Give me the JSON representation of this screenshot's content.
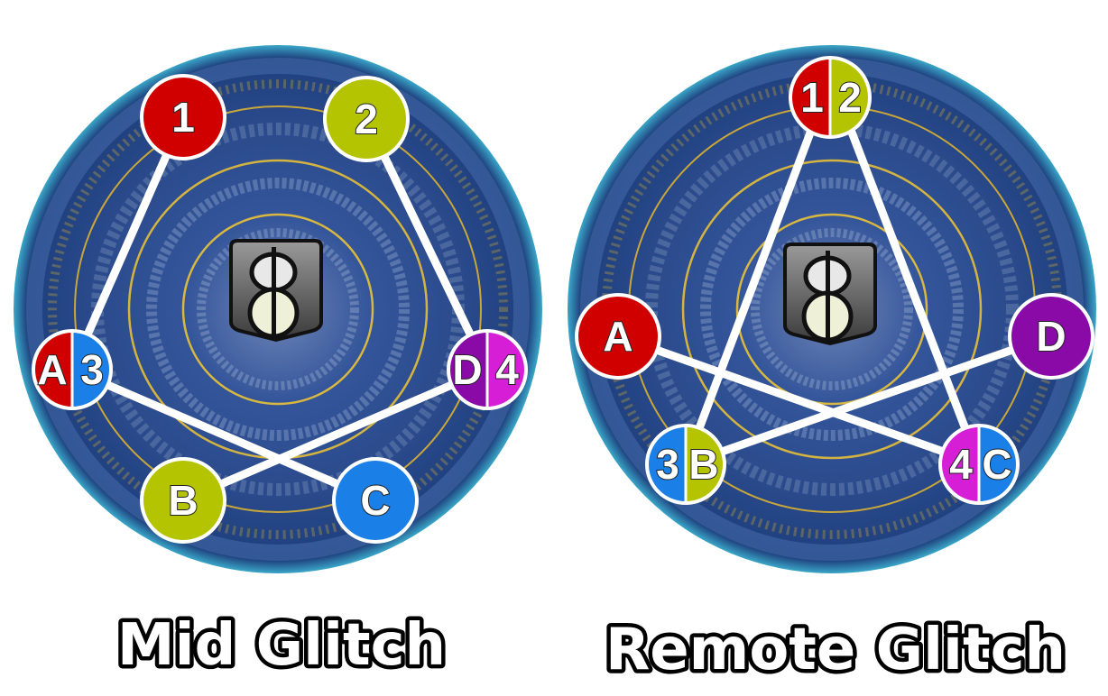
{
  "colors": {
    "red": "#d00000",
    "lime": "#b4c400",
    "blue": "#1a7fe6",
    "purple": "#8a0aa8",
    "magenta": "#d61ed6"
  },
  "diagrams": [
    {
      "title": "Mid Glitch",
      "markers": [
        "1",
        "2",
        "A",
        "3",
        "D",
        "4",
        "B",
        "C"
      ],
      "icon": "glitch-emblem-icon"
    },
    {
      "title": "Remote Glitch",
      "markers": [
        "1",
        "2",
        "A",
        "D",
        "3",
        "B",
        "4",
        "C"
      ],
      "icon": "glitch-emblem-icon"
    }
  ]
}
